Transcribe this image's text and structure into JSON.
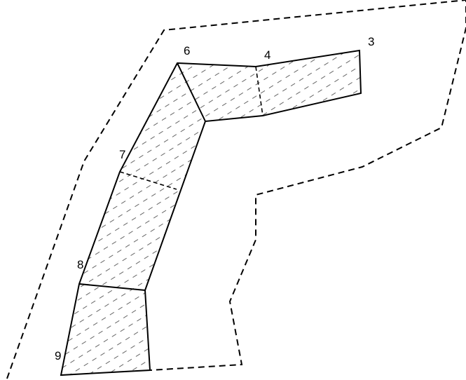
{
  "labels": {
    "p3": "3",
    "p4": "4",
    "p6": "6",
    "p7": "7",
    "p8": "8",
    "p9": "9"
  }
}
